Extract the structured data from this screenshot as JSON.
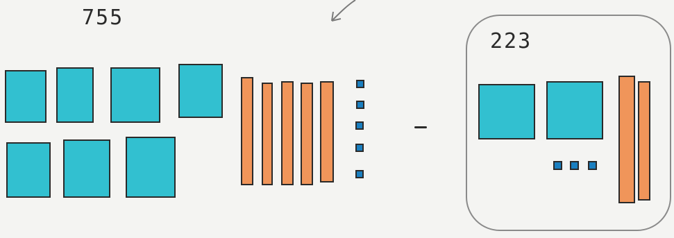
{
  "left_group": {
    "number": "755",
    "hundreds": 7,
    "tens": 5,
    "ones": 5
  },
  "operator": "−",
  "right_group": {
    "number": "223",
    "hundreds": 2,
    "tens": 2,
    "ones": 3
  },
  "colors": {
    "hundreds_fill": "#32c0d0",
    "tens_fill": "#f0955a",
    "ones_fill": "#1a7fc0",
    "outline": "#2a2a2a",
    "background": "#f4f4f2"
  }
}
